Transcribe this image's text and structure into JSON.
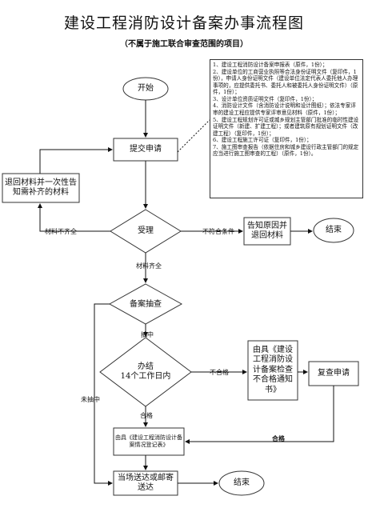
{
  "title": "建设工程消防设计备案办事流程图",
  "subtitle": "（不属于施工联合审查范围的项目）",
  "nodes": {
    "start": "开始",
    "submit": "提交申请",
    "return_materials": "退回材料并一次性告知需补齐的材料",
    "accept": "受理",
    "notify_reason": "告知原因并退回材料",
    "end1": "结束",
    "spot_check": "备案抽查",
    "handle": "办结\n14个工作日内",
    "unqualified_notice": "由具《建设工程消防设计备案检查不合格通知书》",
    "review_apply": "复查申请",
    "issue_record": "由具《建设工程消防设计备案情况登记表》",
    "deliver": "当场送达或邮寄送达",
    "end2": "结束"
  },
  "edge_labels": {
    "materials_incomplete": "材料不齐全",
    "not_meet": "不符合条件",
    "materials_complete": "材料齐全",
    "selected": "抽中",
    "not_selected": "未抽中",
    "unqualified": "不合格",
    "qualified": "合格",
    "qualified2": "合格"
  },
  "notes": [
    "1、建设工程消防设计备案申报表（原件，1份）；",
    "2、建设单位的工商营业执照等合法身份证明文件（复印件，1份），申请人身份证明文件（建设单位法定代表人委托他人办理事项的，应提供委托书、委托人和被委托人身份证明文件）（原件，1份）；",
    "3、设计单位资质证明文件（复印件，1份）；",
    "4、消防设计文件（含消防设计说明和设计图纸）；依法专家评审的建设工程应提供专家评审意见材料（原件，1份）；",
    "5、建设工程规划许可证或城乡规划主管部门批准的临时性建设证明文件（新建、扩建工程）；或者建筑原有规划证明文件（改建工程）（复印件，1份）；",
    "6、建设工程施工许可证（复印件，1份）；",
    "7、施工图审查报告（依据住房和城乡建设行政主管部门的规定应当进行施工图审查的工程）（原件，1份）。"
  ]
}
